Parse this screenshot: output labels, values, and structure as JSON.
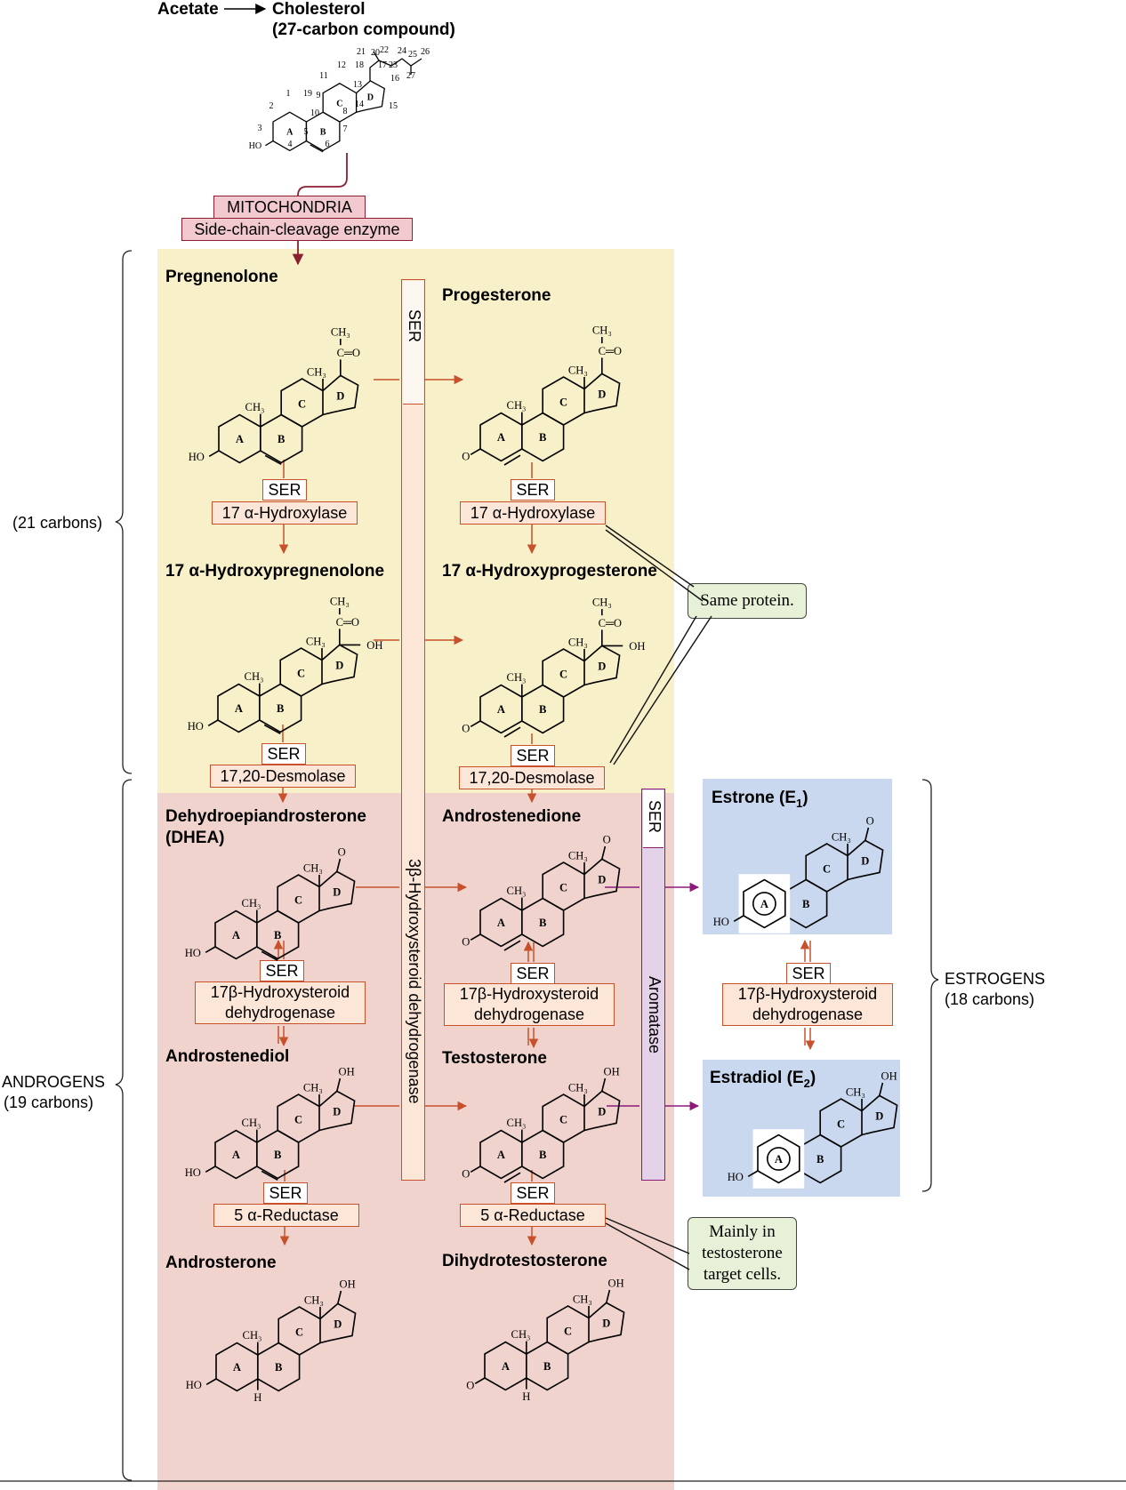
{
  "header": {
    "acetate": "Acetate",
    "cholesterol": "Cholesterol",
    "cholesterol_sub": "(27-carbon compound)"
  },
  "mitochondria": {
    "label": "MITOCHONDRIA",
    "enzyme": "Side-chain-cleavage enzyme"
  },
  "side_labels": {
    "c21": "(21 carbons)",
    "androgens": "ANDROGENS",
    "androgens_sub": "(19 carbons)",
    "estrogens": "ESTROGENS",
    "estrogens_sub": "(18 carbons)"
  },
  "compounds": {
    "pregnenolone": "Pregnenolone",
    "progesterone": "Progesterone",
    "ohpreg": "17 α-Hydroxypregnenolone",
    "ohprog": "17 α-Hydroxyprogesterone",
    "dhea": "Dehydroepiandrosterone",
    "dhea_abbr": "(DHEA)",
    "androstenedione": "Androstenedione",
    "estrone": "Estrone (E",
    "estrone_sub": "1",
    "androstenediol": "Androstenediol",
    "testosterone": "Testosterone",
    "estradiol": "Estradiol (E",
    "estradiol_sub": "2",
    "androsterone": "Androsterone",
    "dht": "Dihydrotestosterone"
  },
  "enzymes": {
    "ser": "SER",
    "hydroxylase": "17 α-Hydroxylase",
    "desmolase": "17,20-Desmolase",
    "hsd17_line1": "17β-Hydroxysteroid",
    "hsd17_line2": "dehydrogenase",
    "reductase": "5 α-Reductase",
    "hsd3b": "3β-Hydroxysteroid dehydrogenase",
    "aromatase": "Aromatase"
  },
  "notes": {
    "same_protein": "Same protein.",
    "mainly_1": "Mainly in",
    "mainly_2": "testosterone",
    "mainly_3": "target cells."
  },
  "molecule": {
    "ring_a": "A",
    "ring_b": "B",
    "ring_c": "C",
    "ring_d": "D",
    "ho": "HO",
    "oh": "OH",
    "o": "O",
    "h": "H",
    "ch3": "CH₃",
    "co": "C═O"
  },
  "cholesterol_numbers": [
    "1",
    "2",
    "3",
    "4",
    "5",
    "6",
    "7",
    "8",
    "9",
    "10",
    "11",
    "12",
    "13",
    "14",
    "15",
    "16",
    "17",
    "18",
    "19",
    "20",
    "21",
    "22",
    "23",
    "24",
    "25",
    "26",
    "27"
  ],
  "colors": {
    "pregnane_zone": "#f8f0c8",
    "androgen_zone": "#f1d3ce",
    "estrogen_zone": "#c9d8ee",
    "enzyme_fill": "#fce6d8",
    "arrow": "#c8512b",
    "aromatase_arrow": "#8b1a7a",
    "mito_arrow": "#8a1f30"
  }
}
